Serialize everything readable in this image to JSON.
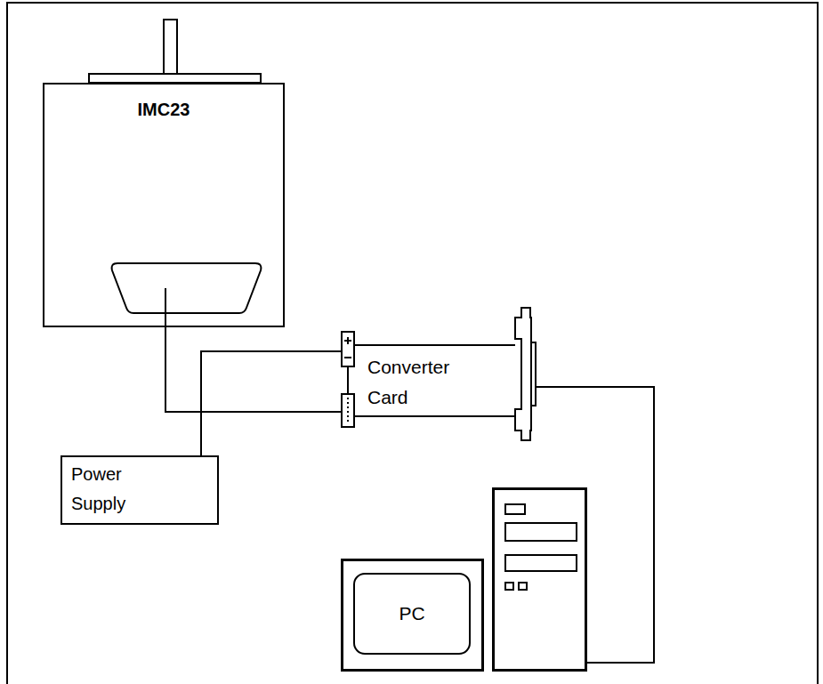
{
  "diagram": {
    "nodes": [
      {
        "text": [
          "IMC23"
        ]
      },
      {
        "text": [
          "Converter Card"
        ]
      },
      {
        "text": [
          "Power Supply"
        ]
      },
      {
        "text": [
          "PC"
        ]
      }
    ],
    "edges": [
      {
        "from": 0,
        "to": 1,
        "arrow": "none"
      },
      {
        "from": 2,
        "to": 1,
        "arrow": "none"
      },
      {
        "from": 1,
        "to": 3,
        "arrow": "none"
      }
    ]
  }
}
